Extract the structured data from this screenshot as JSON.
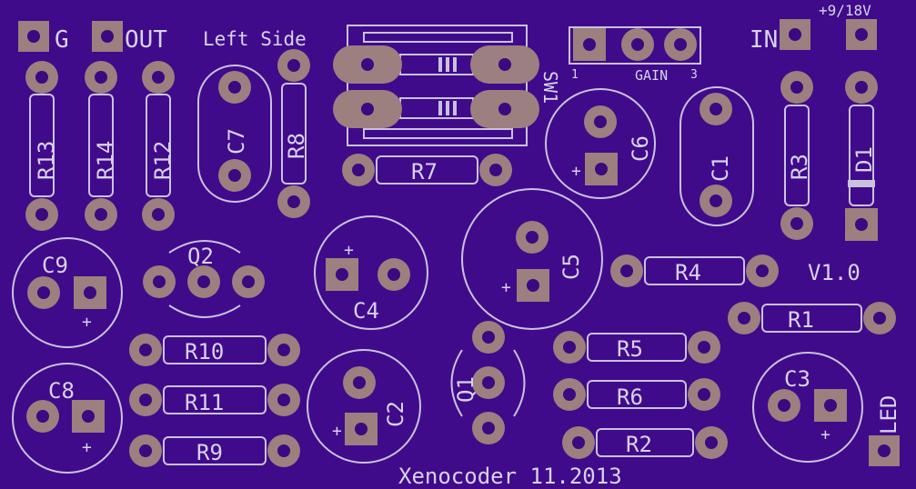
{
  "board": {
    "footer": "Xenocoder 11.2013",
    "version": "V1.0",
    "side": "Left Side",
    "ground": "G",
    "out": "OUT",
    "in": "IN",
    "power": "+9/18V",
    "led": "LED",
    "gain": "GAIN",
    "gain_pin1": "1",
    "gain_pin3": "3",
    "sw": "SW1",
    "plus": "+",
    "colors": {
      "board": "#3f0b8a",
      "silk": "#c9c2df",
      "pad": "#9c7f7f"
    }
  },
  "parts": {
    "R13": "R13",
    "R14": "R14",
    "R12": "R12",
    "C7": "C7",
    "R8": "R8",
    "R7": "R7",
    "C6": "C6",
    "C1": "C1",
    "R3": "R3",
    "D1": "D1",
    "C9": "C9",
    "Q2": "Q2",
    "C4": "C4",
    "C5": "C5",
    "R4": "R4",
    "R1": "R1",
    "R10": "R10",
    "R11": "R11",
    "R9": "R9",
    "C8": "C8",
    "C2": "C2",
    "Q1": "Q1",
    "R5": "R5",
    "R6": "R6",
    "R2": "R2",
    "C3": "C3"
  }
}
